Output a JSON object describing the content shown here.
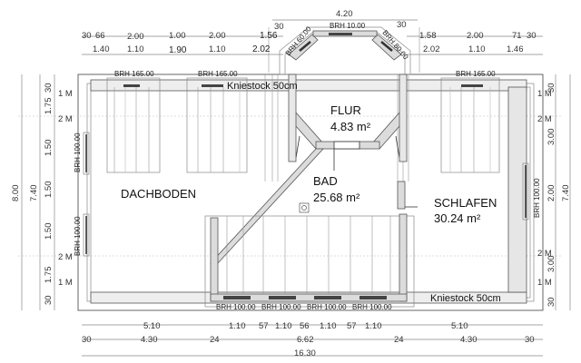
{
  "plan": {
    "rooms": [
      {
        "name": "DACHBODEN",
        "area": ""
      },
      {
        "name": "FLUR",
        "area": "4.83 m²"
      },
      {
        "name": "BAD",
        "area": "25.68 m²"
      },
      {
        "name": "SCHLAFEN",
        "area": "30.24 m²"
      }
    ],
    "kniestock_top": "Kniestock 50cm",
    "kniestock_bottom": "Kniestock 50cm",
    "brh": {
      "top_left_1": "BRH 165.00",
      "top_left_2": "BRH 165.00",
      "top_right": "BRH 165.00",
      "dormer_left": "BRH 60.00",
      "dormer_center": "BRH 10.00",
      "dormer_right": "BRH 80.00",
      "left_upper": "BRH 100.00",
      "left_lower": "BRH 100.00",
      "right": "BRH 100.00",
      "bottom": [
        "BRH 100.00",
        "BRH 100.00",
        "BRH 100.00",
        "BRH 100.00"
      ]
    },
    "height_marks": {
      "one": "1 M",
      "two": "2 M"
    }
  },
  "dimensions": {
    "top_overall": "4.20",
    "top_dormer_left": "30",
    "top_dormer_right": "30",
    "top_row1_left": [
      "30",
      "66",
      "2.00",
      "1.00",
      "2.00",
      "1.56"
    ],
    "top_row2_left": [
      "1.40",
      "1.10",
      "1.90",
      "1.10",
      "2.02"
    ],
    "top_row1_right": [
      "1.58",
      "2.00",
      "71",
      "30"
    ],
    "top_row2_right": [
      "2.02",
      "1.10",
      "1.46"
    ],
    "left_outer": "8.00",
    "left_mid": "7.40",
    "left_inner": [
      "30",
      "1.75",
      "1.50",
      "1.50",
      "1.50",
      "1.75",
      "30"
    ],
    "right_outer": "7.40",
    "right_inner": [
      "30",
      "3.00",
      "2.00",
      "3.00",
      "30"
    ],
    "bottom_row1": [
      "5.10",
      "1.10",
      "57",
      "1.10",
      "56",
      "1.10",
      "57",
      "1.10",
      "5.10"
    ],
    "bottom_row2": [
      "30",
      "4.30",
      "24",
      "6.62",
      "24",
      "4.30",
      "30"
    ],
    "bottom_total": "16.30"
  }
}
